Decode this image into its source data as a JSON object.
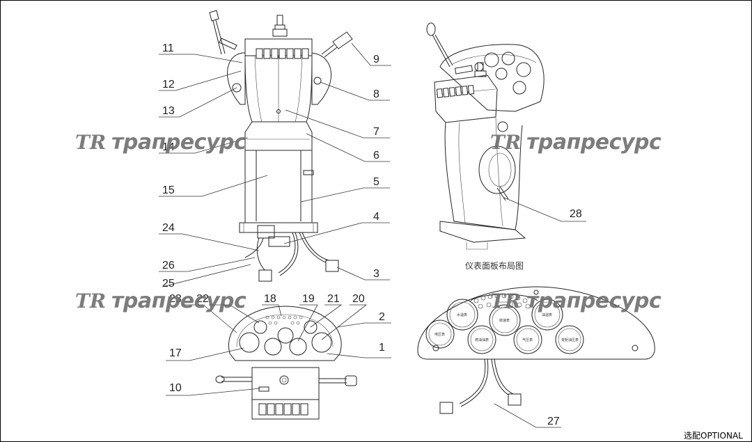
{
  "callouts": [
    {
      "id": "11",
      "label": "11"
    },
    {
      "id": "12",
      "label": "12"
    },
    {
      "id": "13",
      "label": "13"
    },
    {
      "id": "14",
      "label": "14"
    },
    {
      "id": "15",
      "label": "15"
    },
    {
      "id": "24",
      "label": "24"
    },
    {
      "id": "26",
      "label": "26"
    },
    {
      "id": "25",
      "label": "25"
    },
    {
      "id": "9",
      "label": "9"
    },
    {
      "id": "8",
      "label": "8"
    },
    {
      "id": "7",
      "label": "7"
    },
    {
      "id": "6",
      "label": "6"
    },
    {
      "id": "5",
      "label": "5"
    },
    {
      "id": "4",
      "label": "4"
    },
    {
      "id": "3",
      "label": "3"
    },
    {
      "id": "28",
      "label": "28"
    },
    {
      "id": "23",
      "label": "23"
    },
    {
      "id": "22",
      "label": "22"
    },
    {
      "id": "18",
      "label": "18"
    },
    {
      "id": "19",
      "label": "19"
    },
    {
      "id": "21",
      "label": "21"
    },
    {
      "id": "20",
      "label": "20"
    },
    {
      "id": "2",
      "label": "2"
    },
    {
      "id": "1",
      "label": "1"
    },
    {
      "id": "17",
      "label": "17"
    },
    {
      "id": "10",
      "label": "10"
    },
    {
      "id": "27",
      "label": "27"
    }
  ],
  "panel_caption": "仪表面板布局图",
  "optional_note": "选配OPTIONAL",
  "gauge_labels": [
    "水温表",
    "转速表",
    "油温表",
    "电压表",
    "燃油油表",
    "气压表",
    "变矩油压表"
  ],
  "watermark": {
    "logo": "TR",
    "text": "трапресурс"
  },
  "colors": {
    "line": "#222222",
    "watermark": "#6e6e6e",
    "background": "#ffffff"
  }
}
